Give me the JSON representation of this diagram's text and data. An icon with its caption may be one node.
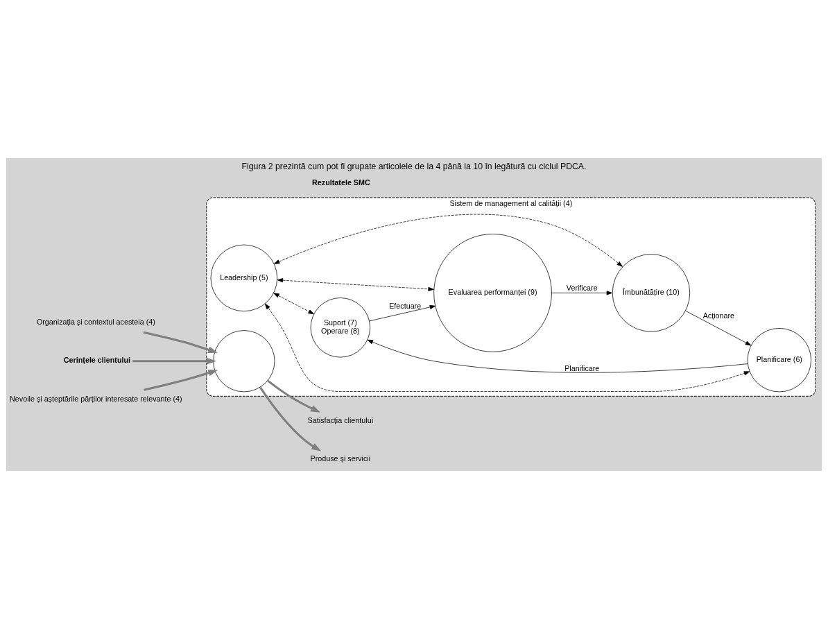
{
  "diagram": {
    "title": "Figura 2 prezintă cum pot fi grupate articolele de la 4 până la 10 în legătură cu ciclul PDCA.",
    "nodes": [
      {
        "text": [
          "Sistem de management al calității (4)"
        ]
      },
      {
        "text": [],
        "shape": "circle",
        "in": 0
      },
      {
        "text": [
          "Suport (7)",
          "Operare (8)"
        ],
        "in": 0
      },
      {
        "text": [
          "Planificare (6)"
        ],
        "in": 0
      },
      {
        "text": [
          "Leadership (5)"
        ],
        "in": 0
      },
      {
        "text": [
          "Evaluarea performanței (9)"
        ],
        "in": 0
      },
      {
        "text": [
          "Îmbunătățire (10)"
        ],
        "in": 0
      },
      {
        "text": [
          "Organizația și contextul acesteia (4)"
        ]
      },
      {
        "text": [
          "Cerințele clientului"
        ]
      },
      {
        "text": [
          "Nevoile și așteptările părților interesate relevante (4)"
        ]
      },
      {
        "text": [
          "Satisfacția clientului"
        ]
      },
      {
        "text": [
          "Produse și servicii"
        ]
      }
    ],
    "edges": [
      {
        "from": 7,
        "to": 1,
        "arrow": "to",
        "style": "thick",
        "color": "#7f7f7f"
      },
      {
        "from": 8,
        "to": 1,
        "arrow": "to",
        "style": "thick",
        "color": "#7f7f7f"
      },
      {
        "from": 9,
        "to": 1,
        "arrow": "to",
        "style": "thick",
        "color": "#7f7f7f"
      },
      {
        "from": 1,
        "to": 10,
        "arrow": "to",
        "style": "thick",
        "color": "#7f7f7f"
      },
      {
        "from": 1,
        "to": 11,
        "arrow": "to",
        "style": "thick",
        "color": "#7f7f7f"
      },
      {
        "from": 4,
        "to": 2,
        "arrow": "both",
        "style": "dashed"
      },
      {
        "from": 4,
        "to": 3,
        "arrow": "both",
        "style": "dashed"
      },
      {
        "from": 4,
        "to": 5,
        "arrow": "both",
        "style": "dashed"
      },
      {
        "from": 4,
        "to": 6,
        "arrow": "both",
        "style": "dashed"
      },
      {
        "from": 3,
        "to": 2,
        "arrow": "to",
        "label": "Planificare"
      },
      {
        "from": 2,
        "to": 5,
        "arrow": "to",
        "label": "Efectuare"
      },
      {
        "from": 5,
        "to": 6,
        "arrow": "to",
        "label": "Verificare"
      },
      {
        "from": 6,
        "to": 3,
        "arrow": "to",
        "label": "Acționare"
      }
    ],
    "labels": [
      "Rezultatele SMC"
    ]
  }
}
